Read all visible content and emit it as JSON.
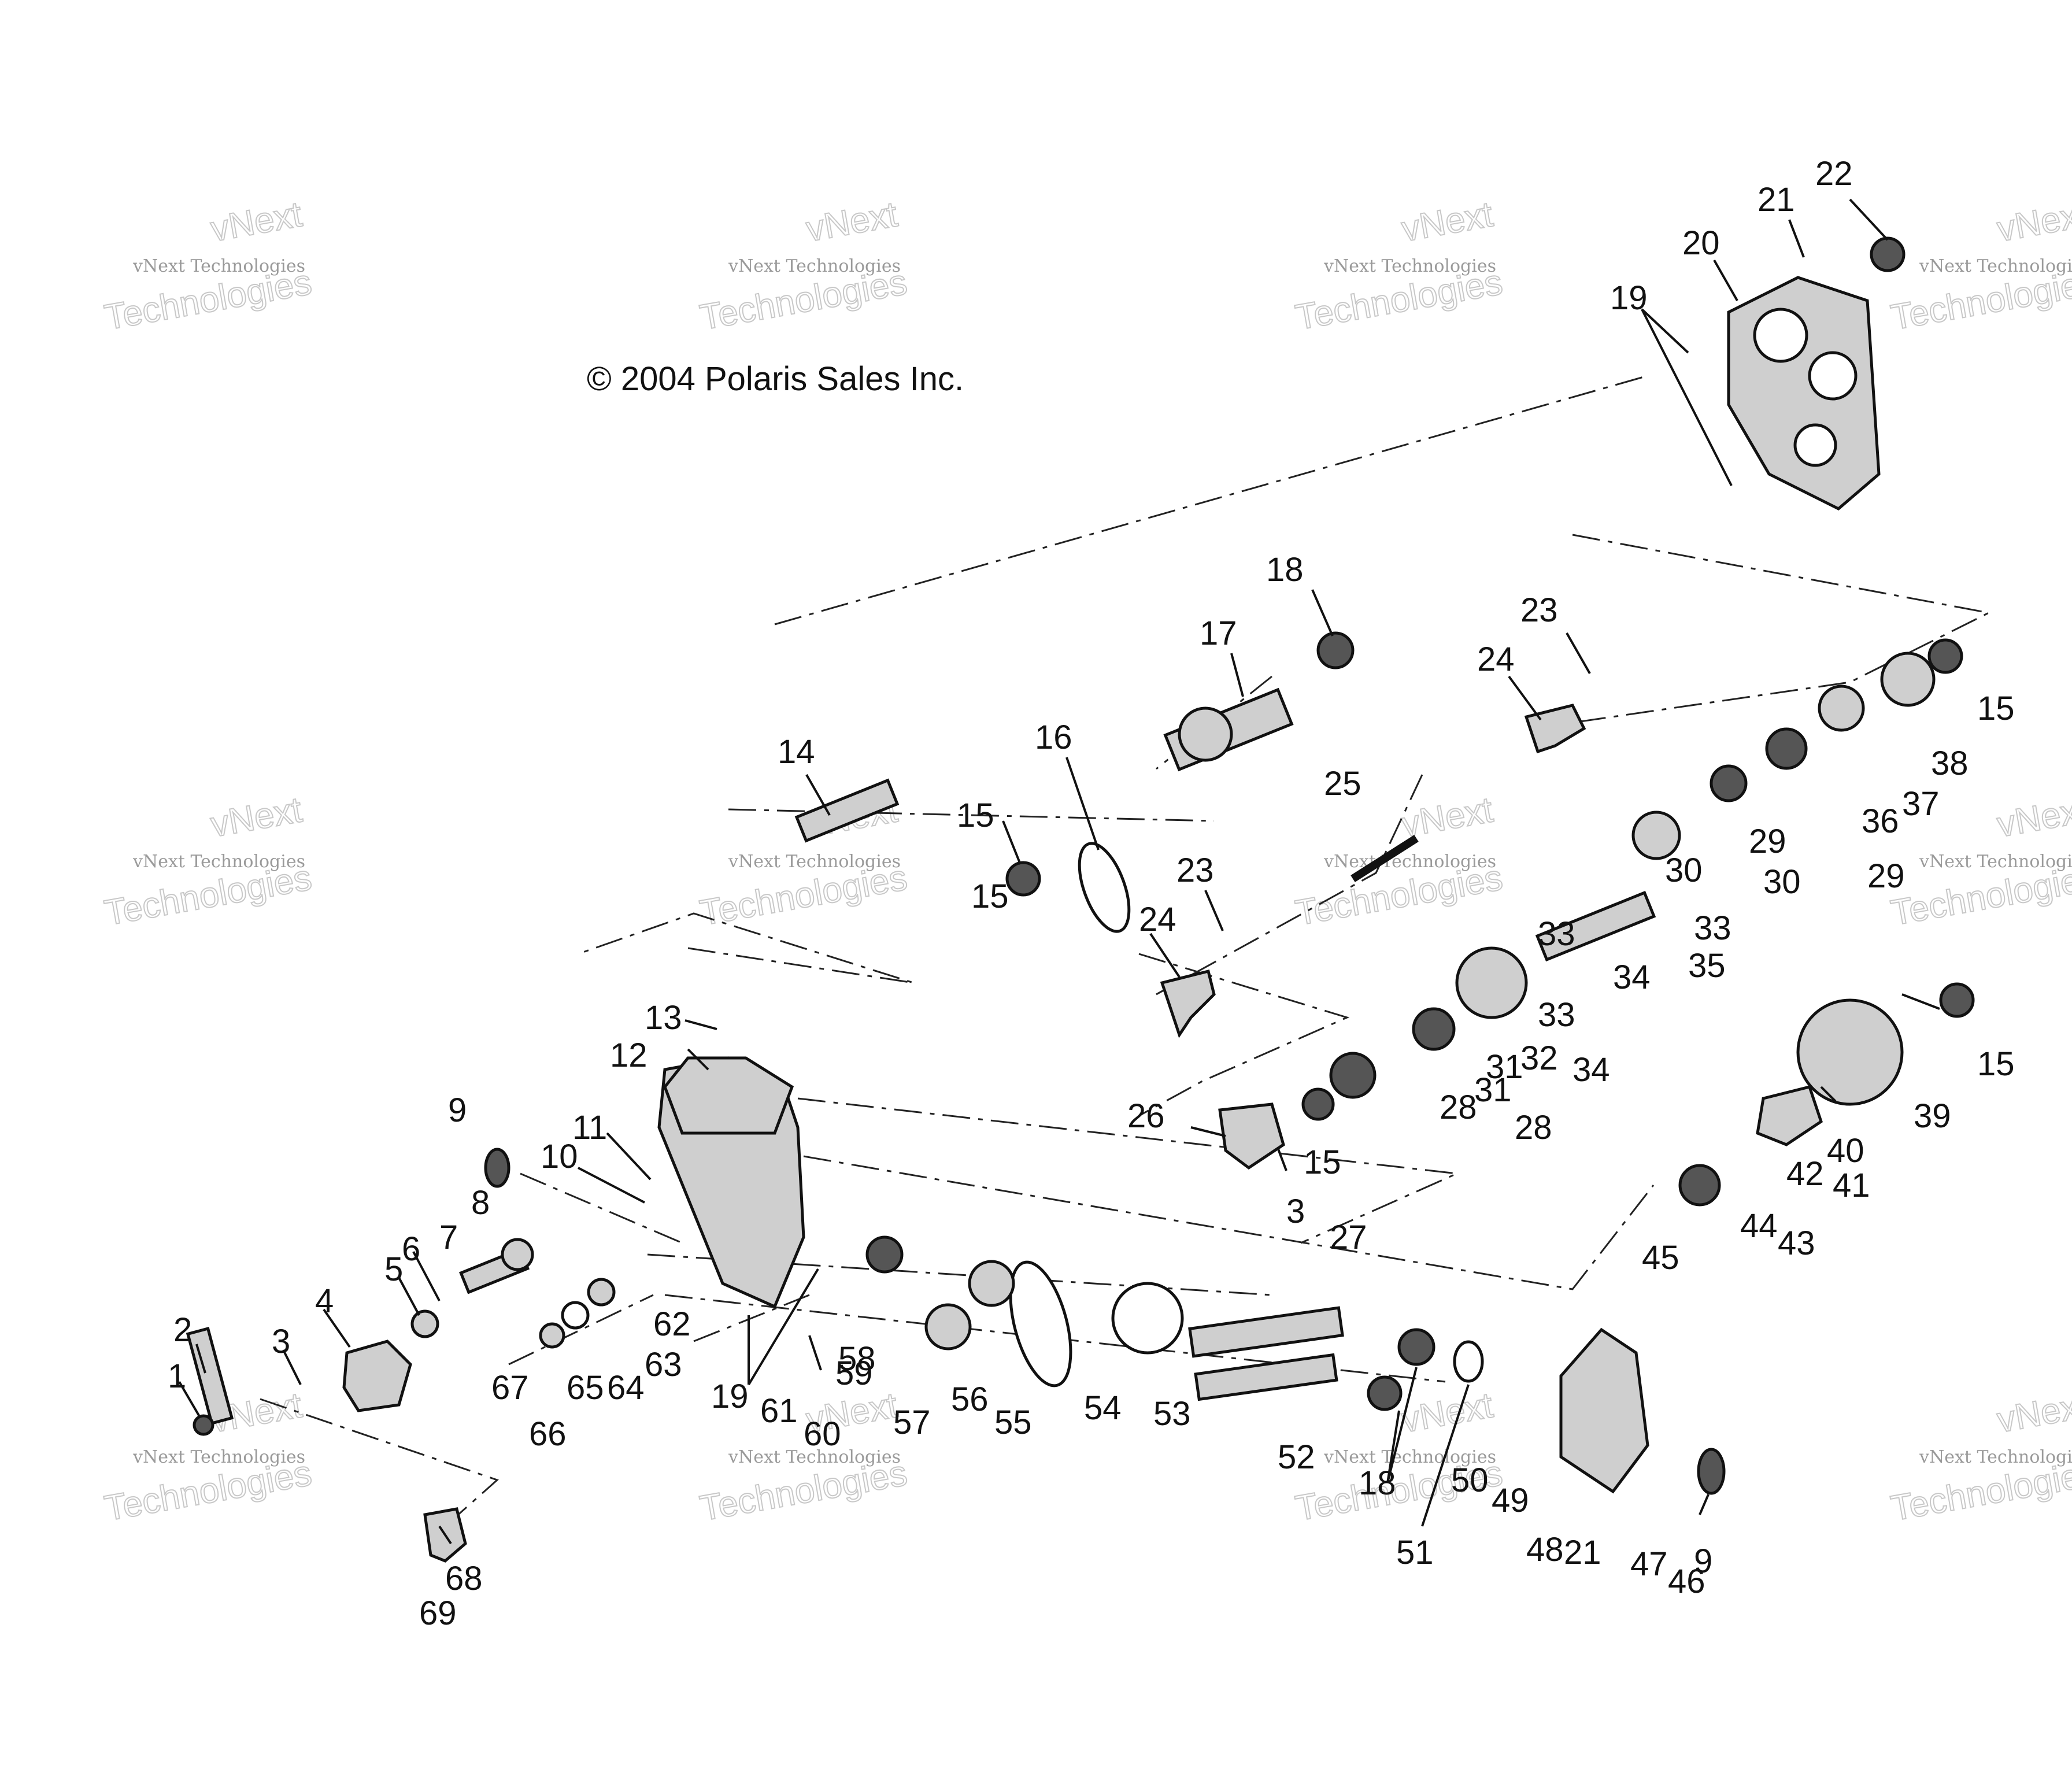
{
  "copyright": "© 2004 Polaris Sales Inc.",
  "watermark": {
    "line1": "vNext Technologies",
    "line2": "vNext",
    "line3": "Technologies"
  },
  "callouts": [
    "1",
    "2",
    "3",
    "4",
    "5",
    "6",
    "7",
    "8",
    "9",
    "10",
    "11",
    "12",
    "13",
    "14",
    "15",
    "16",
    "17",
    "18",
    "19",
    "20",
    "21",
    "22",
    "23",
    "24",
    "25",
    "26",
    "27",
    "28",
    "29",
    "30",
    "31",
    "32",
    "33",
    "34",
    "35",
    "36",
    "37",
    "38",
    "39",
    "40",
    "41",
    "42",
    "43",
    "44",
    "45",
    "46",
    "47",
    "48",
    "49",
    "50",
    "51",
    "52",
    "53",
    "54",
    "55",
    "56",
    "57",
    "58",
    "59",
    "60",
    "61",
    "62",
    "63",
    "64",
    "65",
    "66",
    "67",
    "68",
    "69"
  ]
}
